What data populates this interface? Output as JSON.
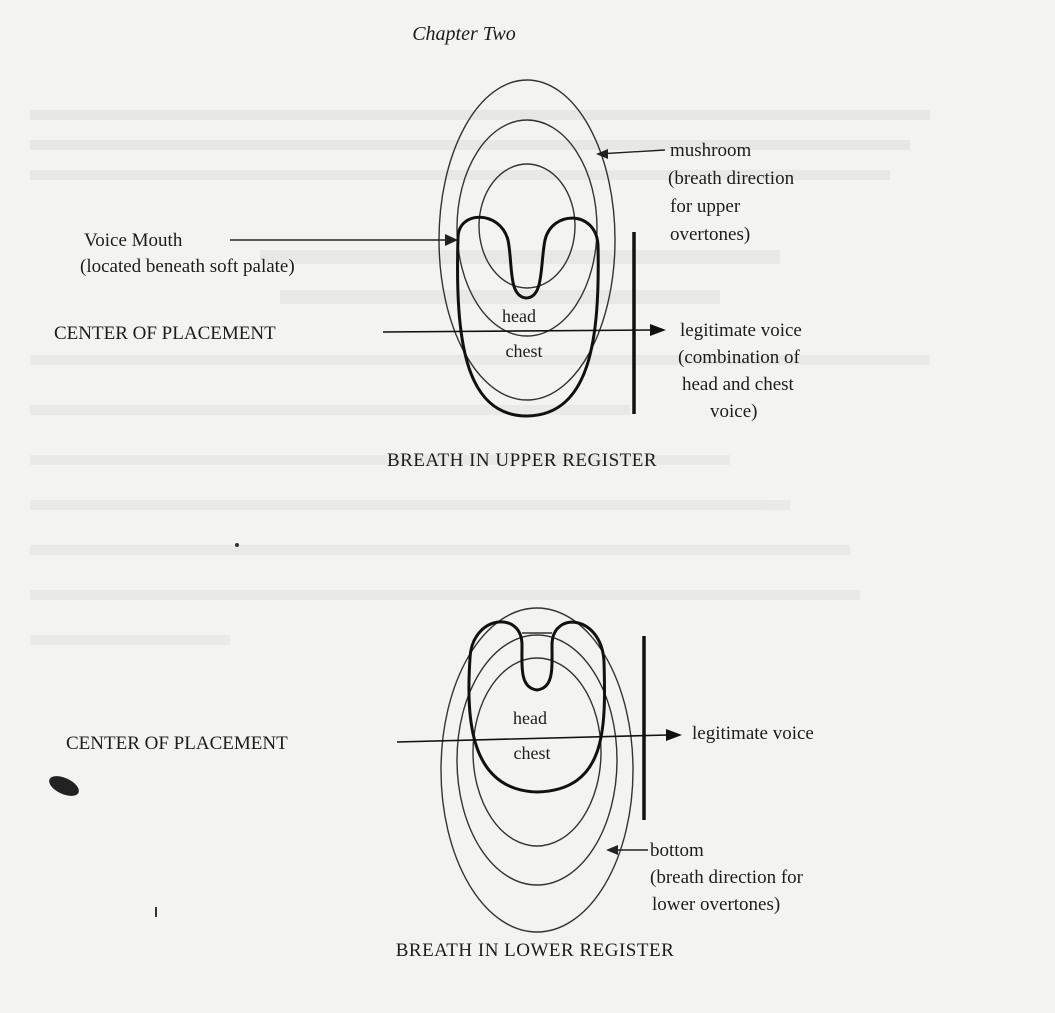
{
  "header": {
    "chapter": "Chapter Two"
  },
  "upper_diagram": {
    "labels": {
      "mushroom": [
        "mushroom",
        "(breath direction",
        "for upper",
        "overtones)"
      ],
      "voice_mouth": [
        "Voice Mouth",
        "(located beneath soft palate)"
      ],
      "center": "CENTER OF PLACEMENT",
      "head": "head",
      "chest": "chest",
      "legitimate": [
        "legitimate voice",
        "(combination of",
        "head and chest",
        "voice)"
      ]
    },
    "caption": "BREATH IN UPPER REGISTER"
  },
  "lower_diagram": {
    "labels": {
      "center": "CENTER OF PLACEMENT",
      "head": "head",
      "chest": "chest",
      "legitimate": "legitimate voice",
      "bottom": [
        "bottom",
        "(breath direction for",
        "lower overtones)"
      ]
    },
    "caption": "BREATH IN LOWER REGISTER"
  }
}
